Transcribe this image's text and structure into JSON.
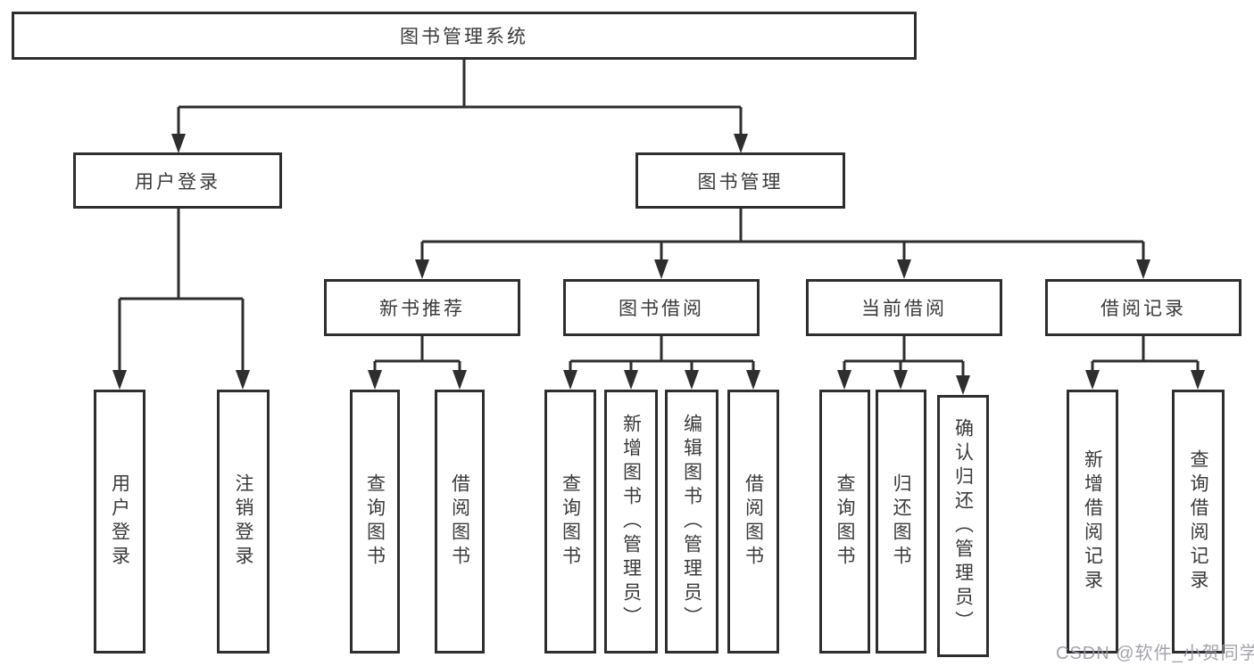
{
  "diagram": {
    "type": "hierarchy-tree",
    "colors": {
      "line": "#2e2e2e",
      "text": "#3a3a3a",
      "box_background": "#ffffff",
      "watermark": "#9a9aa6"
    },
    "tree": {
      "root": {
        "label": "图书管理系统"
      },
      "branches": [
        {
          "label": "用户登录",
          "children": [
            {
              "label": "用户登录"
            },
            {
              "label": "注销登录"
            }
          ]
        },
        {
          "label": "图书管理",
          "children": [
            {
              "label": "新书推荐",
              "children": [
                {
                  "label": "查询图书"
                },
                {
                  "label": "借阅图书"
                }
              ]
            },
            {
              "label": "图书借阅",
              "children": [
                {
                  "label": "查询图书"
                },
                {
                  "label": "新增图书（管理员）"
                },
                {
                  "label": "编辑图书（管理员）"
                },
                {
                  "label": "借阅图书"
                }
              ]
            },
            {
              "label": "当前借阅",
              "children": [
                {
                  "label": "查询图书"
                },
                {
                  "label": "归还图书"
                },
                {
                  "label": "确认归还（管理员）"
                }
              ]
            },
            {
              "label": "借阅记录",
              "children": [
                {
                  "label": "新增借阅记录"
                },
                {
                  "label": "查询借阅记录"
                }
              ]
            }
          ]
        }
      ]
    },
    "watermark": {
      "text": "CSDN @软件_小贺同学"
    }
  }
}
